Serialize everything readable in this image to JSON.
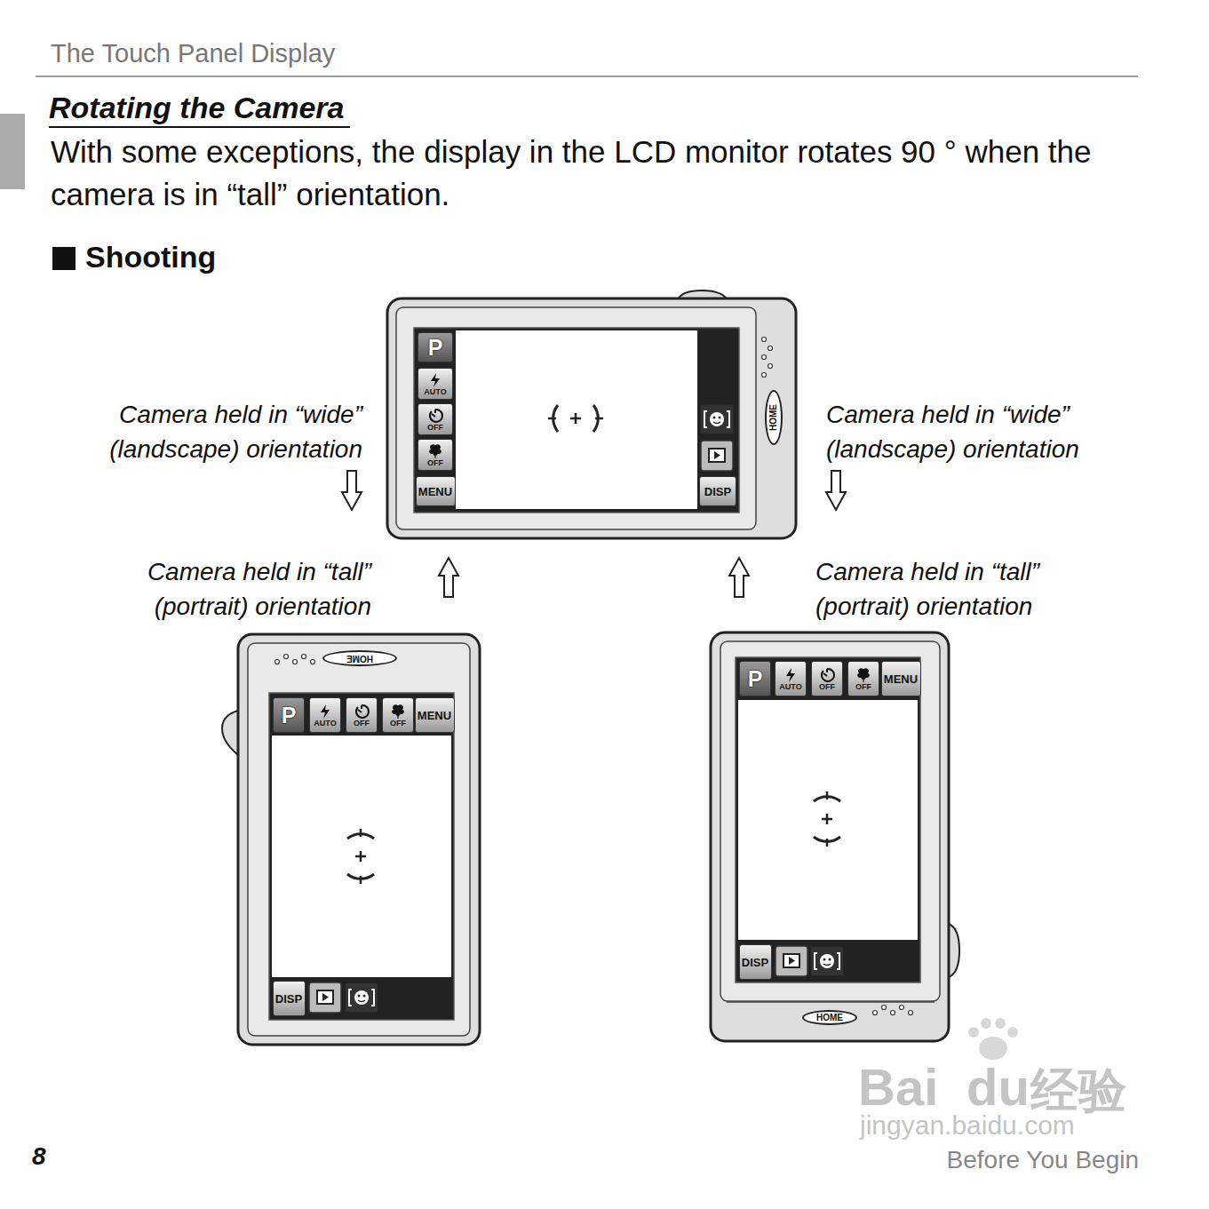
{
  "diagram": {
    "title": "Rotating the Camera",
    "nodes": [
      {
        "text": [
          "P"
        ]
      },
      {
        "text": [
          "AUTO"
        ]
      },
      {
        "text": [
          "OFF"
        ]
      },
      {
        "text": [
          "OFF"
        ]
      },
      {
        "text": [
          "MENU"
        ]
      },
      {
        "text": [
          "DISP"
        ]
      },
      {
        "text": [
          "HOME"
        ]
      },
      {
        "text": [
          "HOME"
        ]
      },
      {
        "text": [
          "P"
        ]
      },
      {
        "text": [
          "AUTO"
        ]
      },
      {
        "text": [
          "OFF"
        ]
      },
      {
        "text": [
          "OFF"
        ]
      },
      {
        "text": [
          "MENU"
        ]
      },
      {
        "text": [
          "DISP"
        ]
      },
      {
        "text": [
          "P"
        ]
      },
      {
        "text": [
          "AUTO"
        ]
      },
      {
        "text": [
          "OFF"
        ]
      },
      {
        "text": [
          "OFF"
        ]
      },
      {
        "text": [
          "MENU"
        ]
      },
      {
        "text": [
          "DISP"
        ]
      },
      {
        "text": [
          "HOME"
        ]
      }
    ],
    "labels": [
      "The Touch Panel Display",
      "With some exceptions, the display in the LCD monitor rotates 90 ° when the camera is in “tall” orientation.",
      "Shooting",
      "Camera held in “wide” (landscape) orientation",
      "Camera held in “wide” (landscape) orientation",
      "Camera held in “tall” (portrait) orientation",
      "Camera held in “tall” (portrait) orientation",
      "8",
      "Before You Begin",
      "Bai",
      "du",
      "经验",
      "jingyan.baidu.com"
    ]
  }
}
